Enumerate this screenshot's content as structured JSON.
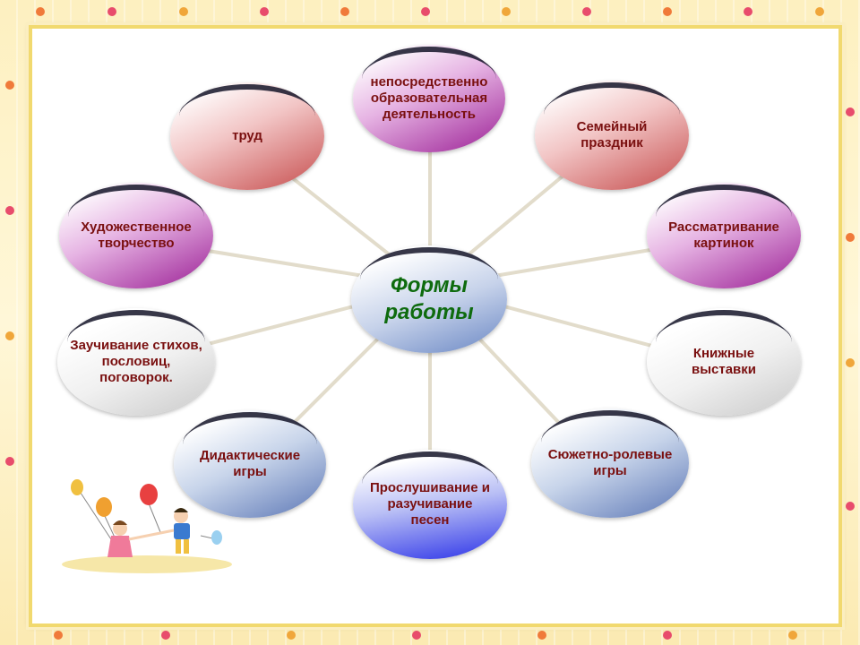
{
  "center": {
    "label": "Формы\nработы"
  },
  "nodes": {
    "nod": "непосредственно\nобразовательная\nдеятельность",
    "family": "Семейный\nпраздник",
    "pictures": "Рассматривание\nкартинок",
    "books": "Книжные\nвыставки",
    "roleplay": "Сюжетно-ролевые\nигры",
    "songs": "Прослушивание и\nразучивание\nпесен",
    "didactic": "Дидактические\nигры",
    "poems": "Заучивание стихов,\nпословиц,\nпоговорок.",
    "art": "Художественное\nтворчество",
    "labor": "труд"
  },
  "colors": {
    "node_text": "#7a1010",
    "center_text": "#0e6b0e",
    "red": "#c64d4d",
    "purple": "#9b1f95",
    "grey": "#c9c9c9",
    "blue": "#5b76b5",
    "bright_blue": "#2c33e8",
    "frame": "#f1d96f"
  }
}
